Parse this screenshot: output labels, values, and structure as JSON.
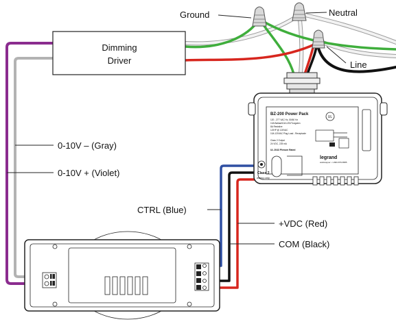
{
  "dimming_driver": {
    "line1": "Dimming",
    "line2": "Driver"
  },
  "power_pack": {
    "title": "BZ-200 Power Pack",
    "spec_lines": [
      "120 - 277 VAC Hz, 50/60 Hz",
      "10A Ballast/10A LED/Tungsten",
      "8A Resistive",
      "1/2HP @ 120VAC",
      "10A 120VAC Plug Load - Receptacle"
    ],
    "output_lines": [
      "Class 2 Output",
      "24 VDC, 225 mA"
    ],
    "listing": "UL 2043 Plenum Rated",
    "class2_label": "Class 2",
    "class2_sub": "wiring only",
    "brand": "legrand",
    "brand_sub": "wattstopper • 1-800-879-8585"
  },
  "labels": {
    "ground": "Ground",
    "neutral": "Neutral",
    "line": "Line",
    "gray": "0-10V – (Gray)",
    "violet": "0-10V + (Violet)",
    "ctrl": "CTRL (Blue)",
    "vdc": "+VDC (Red)",
    "com": "COM (Black)"
  },
  "colors": {
    "violet": "#8b2c8f",
    "gray": "#b3b3b3",
    "green": "#3fae3c",
    "red": "#d7261e",
    "black": "#111111",
    "blue": "#2f4fa2",
    "white_wire": "#eeeeee"
  }
}
